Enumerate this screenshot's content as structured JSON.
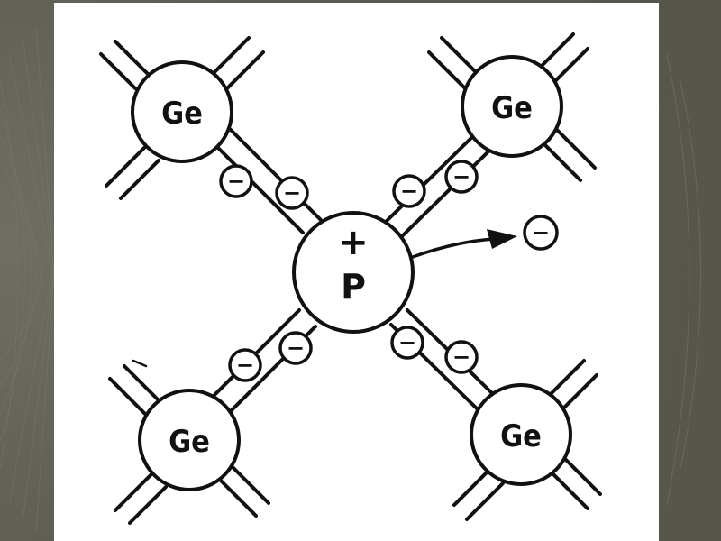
{
  "diagram": {
    "center_atom": {
      "label": "P",
      "charge_symbol": "+"
    },
    "neighbor_atoms": [
      {
        "id": "ge-top-left",
        "label": "Ge"
      },
      {
        "id": "ge-top-right",
        "label": "Ge"
      },
      {
        "id": "ge-bottom-left",
        "label": "Ge"
      },
      {
        "id": "ge-bottom-right",
        "label": "Ge"
      }
    ],
    "electron_symbol": "−",
    "free_electron_symbol": "−",
    "bond_electrons_per_bond": 2,
    "colors": {
      "ink": "#111111",
      "paper": "#ffffff",
      "slide_background": "#5d5d52"
    }
  }
}
